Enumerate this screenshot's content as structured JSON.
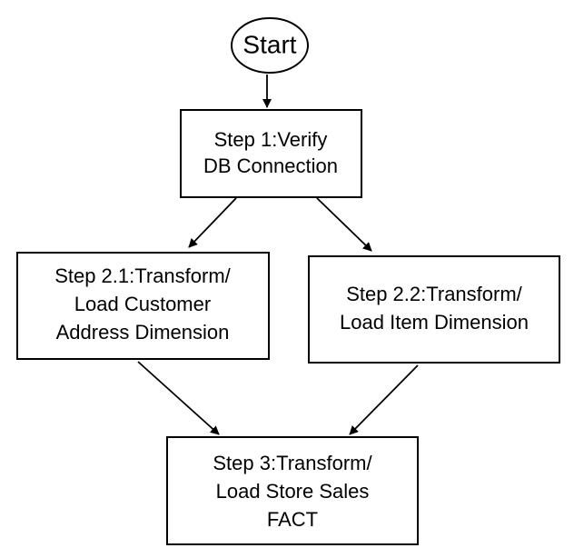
{
  "diagram": {
    "start": "Start",
    "step1": [
      "Step 1:Verify",
      "DB Connection"
    ],
    "step2_1": [
      "Step 2.1:Transform/",
      "Load Customer",
      "Address Dimension"
    ],
    "step2_2": [
      "Step 2.2:Transform/",
      "Load Item Dimension"
    ],
    "step3": [
      "Step 3:Transform/",
      "Load Store Sales",
      "FACT"
    ]
  },
  "colors": {
    "stroke": "#000000",
    "fill": "#ffffff",
    "text": "#000000"
  }
}
